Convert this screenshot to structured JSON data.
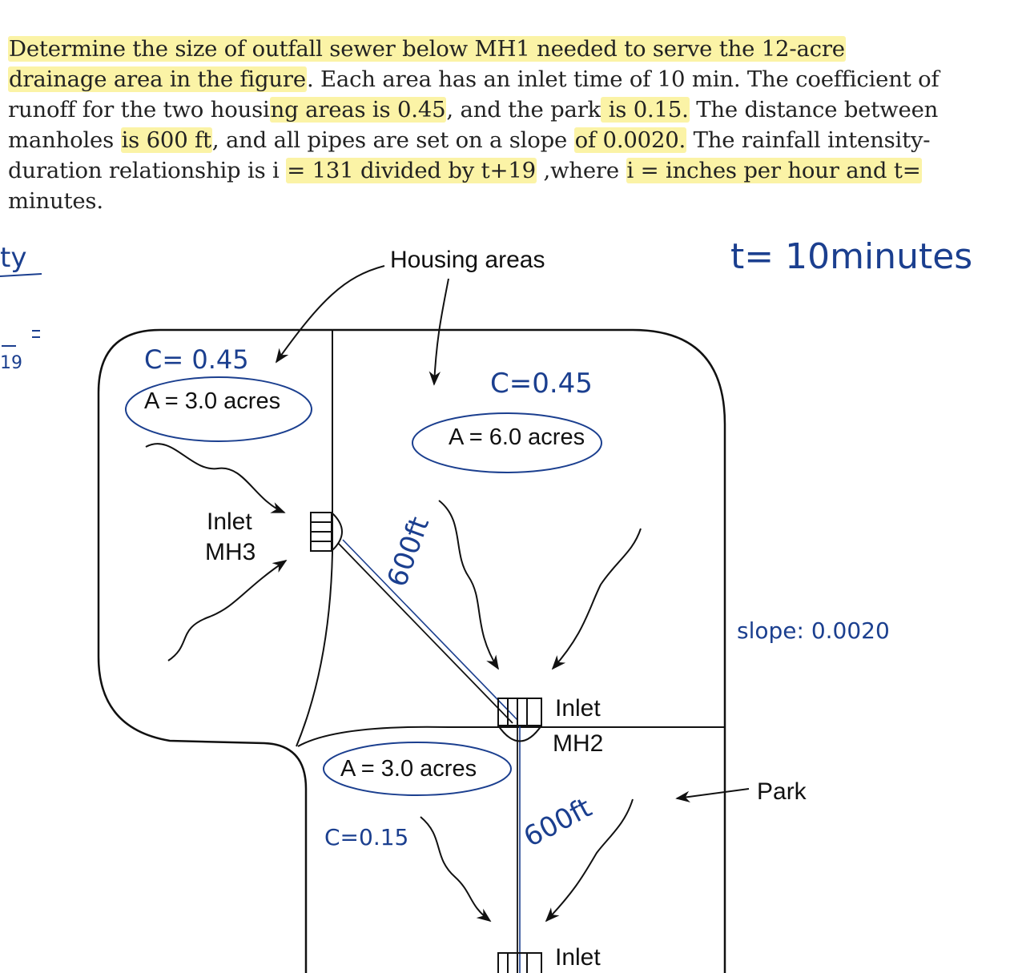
{
  "problem": {
    "lines": [
      {
        "parts": [
          {
            "text": "Determine the size of outfall sewer below MH1 needed to serve the 12-acre",
            "hl": true
          }
        ]
      },
      {
        "parts": [
          {
            "text": "drainage area in the figure",
            "hl": true
          },
          {
            "text": ". Each area has an inlet time of 10 min. The coefficient of",
            "hl": false
          }
        ]
      },
      {
        "parts": [
          {
            "text": "runoff for the two housi",
            "hl": false
          },
          {
            "text": "ng areas is 0.45",
            "hl": true
          },
          {
            "text": ", and the park",
            "hl": false
          },
          {
            "text": " is 0.15.",
            "hl": true
          },
          {
            "text": " The distance between",
            "hl": false
          }
        ]
      },
      {
        "parts": [
          {
            "text": "manholes ",
            "hl": false
          },
          {
            "text": "is 600 ft",
            "hl": true
          },
          {
            "text": ", and all pipes are set on a slope ",
            "hl": false
          },
          {
            "text": "of 0.0020.",
            "hl": true
          },
          {
            "text": " The rainfall intensity-",
            "hl": false
          }
        ]
      },
      {
        "parts": [
          {
            "text": "duration relationship is i ",
            "hl": false
          },
          {
            "text": "= 131 divided by t+19",
            "hl": true
          },
          {
            "text": " ,where ",
            "hl": false
          },
          {
            "text": "i = inches per hour and t=",
            "hl": true
          }
        ]
      },
      {
        "parts": [
          {
            "text": "minutes.",
            "hl": false
          }
        ]
      }
    ]
  },
  "figure": {
    "housing_label": "Housing areas",
    "park_label": "Park",
    "inlet_word": "Inlet",
    "mh3_label": "MH3",
    "mh2_label": "MH2",
    "area_left": "A = 3.0 acres",
    "area_center": "A = 6.0 acres",
    "area_park": "A = 3.0 acres"
  },
  "handwriting": {
    "c_left": "C= 0.45",
    "c_center": "C=0.45",
    "c_park": "C=0.15",
    "time": "t= 10minutes",
    "slope": "slope: 0.0020",
    "dist1": "600ft",
    "dist2": "600ft",
    "margin_top": "ty",
    "margin_mid": "19"
  },
  "colors": {
    "highlight": "#fbf3a6",
    "ink": "#1b3f8f"
  }
}
